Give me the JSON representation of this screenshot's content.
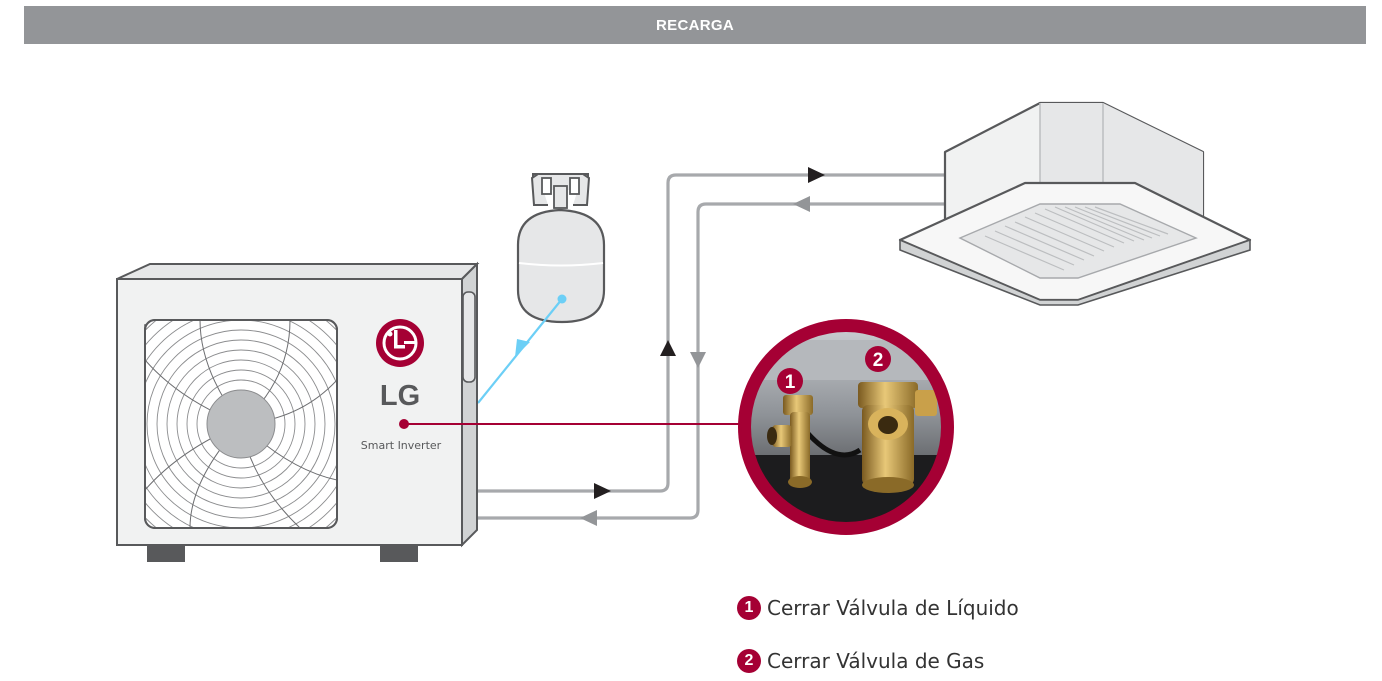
{
  "header": {
    "title": "RECARGA"
  },
  "outdoor_unit": {
    "brand": "LG",
    "model_label": "Smart Inverter"
  },
  "valve_markers": [
    "1",
    "2"
  ],
  "legend": [
    {
      "number": "1",
      "label": "Cerrar Válvula de Líquido"
    },
    {
      "number": "2",
      "label": "Cerrar Válvula de Gas"
    }
  ],
  "colors": {
    "header_bg": "#939598",
    "accent": "#a50034",
    "pipe": "#a7a9ac",
    "refrigerant_line": "#6ccff6",
    "arrow_dark": "#231f20",
    "arrow_light": "#939598"
  },
  "icons": [
    "refrigerant-tank-icon",
    "lg-logo-icon",
    "cassette-indoor-unit-icon",
    "outdoor-unit-icon",
    "valve-photo-icon"
  ]
}
